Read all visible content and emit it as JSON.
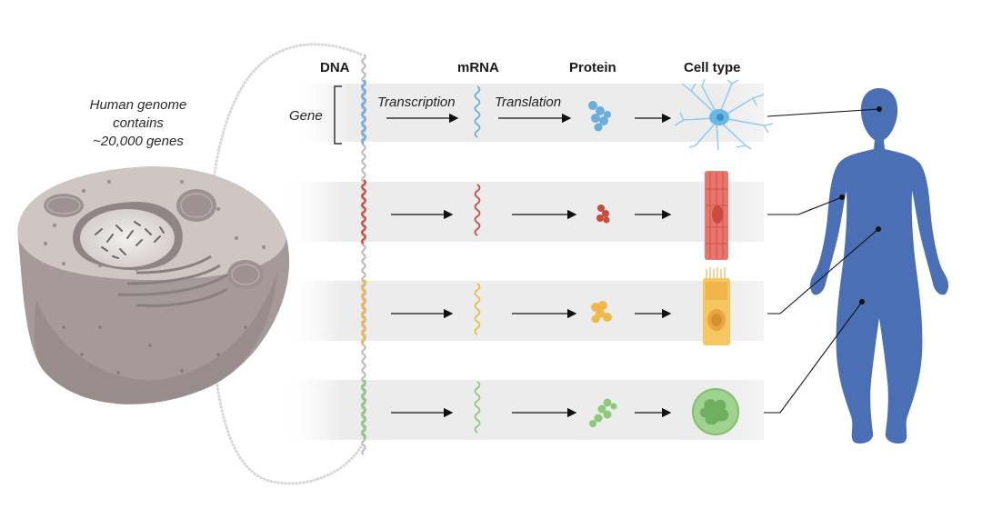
{
  "headers": {
    "dna": "DNA",
    "mrna": "mRNA",
    "protein": "Protein",
    "cell_type": "Cell type"
  },
  "labels": {
    "gene": "Gene",
    "transcription": "Transcription",
    "translation": "Translation"
  },
  "genome_text": {
    "line1": "Human genome",
    "line2": "contains",
    "line3": "~20,000 genes"
  },
  "rows": [
    {
      "color": "#6aaee0",
      "cell": "neuron",
      "body_part": "head"
    },
    {
      "color": "#c94a3e",
      "cell": "muscle-cell",
      "body_part": "arm"
    },
    {
      "color": "#f0b84a",
      "cell": "epithelial-cell",
      "body_part": "torso"
    },
    {
      "color": "#8cc97a",
      "cell": "white-blood-cell",
      "body_part": "leg"
    }
  ],
  "colors": {
    "human_body": "#4a6fb5",
    "cell_body": "#bdb3b0",
    "band": "#eeeeee"
  }
}
